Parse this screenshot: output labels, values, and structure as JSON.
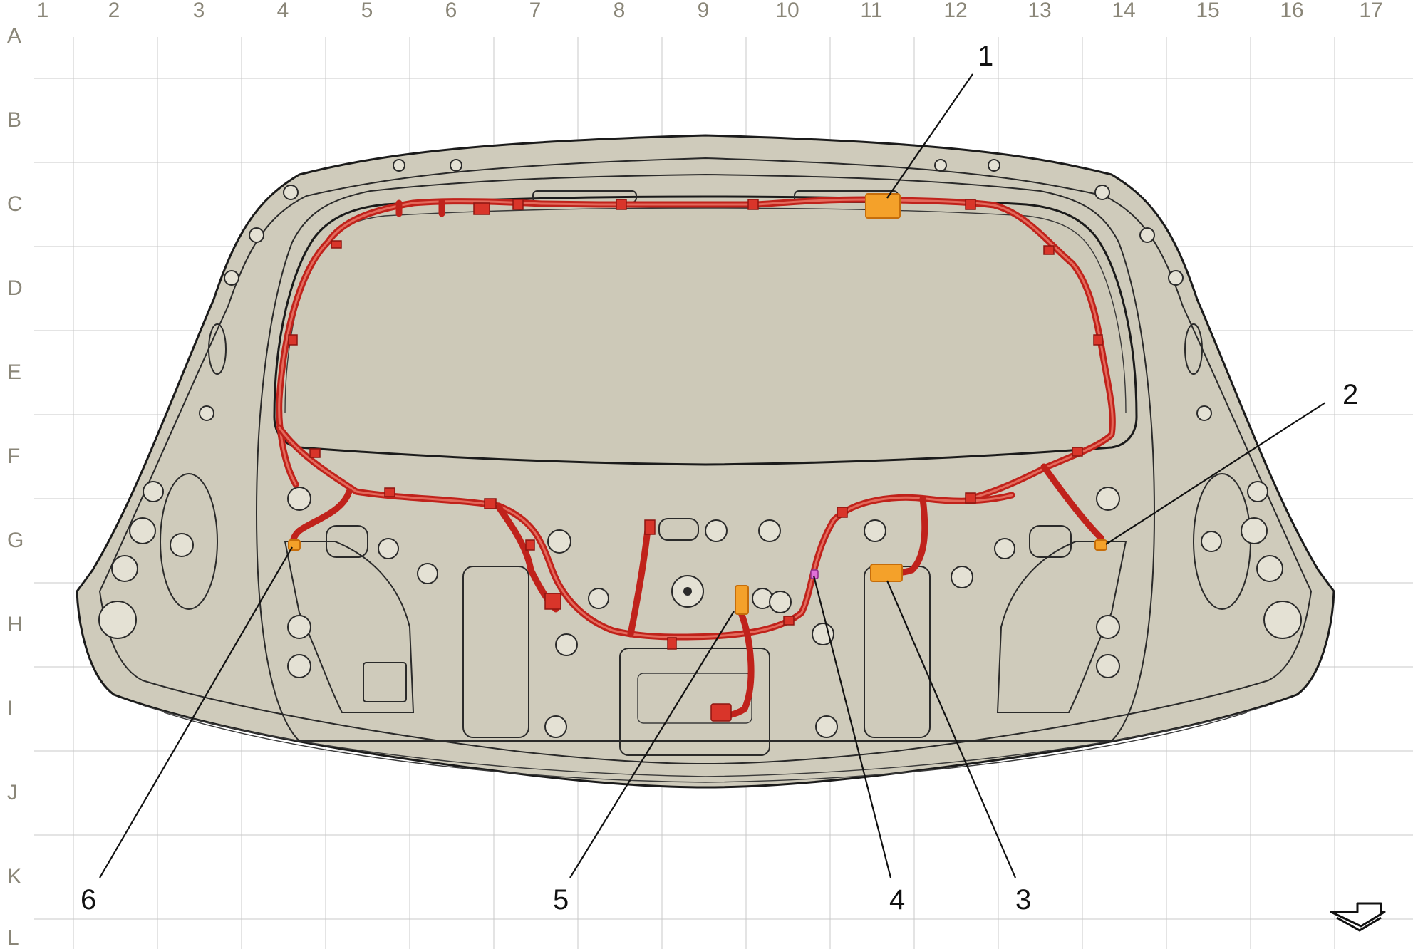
{
  "grid": {
    "columns": [
      "1",
      "2",
      "3",
      "4",
      "5",
      "6",
      "7",
      "8",
      "9",
      "10",
      "11",
      "12",
      "13",
      "14",
      "15",
      "16",
      "17"
    ],
    "rows": [
      "A",
      "B",
      "C",
      "D",
      "E",
      "F",
      "G",
      "H",
      "I",
      "J",
      "K",
      "L"
    ]
  },
  "callouts": [
    {
      "id": "1",
      "label": "1"
    },
    {
      "id": "2",
      "label": "2"
    },
    {
      "id": "3",
      "label": "3"
    },
    {
      "id": "4",
      "label": "4"
    },
    {
      "id": "5",
      "label": "5"
    },
    {
      "id": "6",
      "label": "6"
    }
  ],
  "colors": {
    "panel": "#cfcbbb",
    "harness": "#c0221b",
    "connector": "#f4a12a",
    "connector_alt": "#e070d8"
  },
  "icons": {
    "direction": "direction-arrow-icon"
  }
}
